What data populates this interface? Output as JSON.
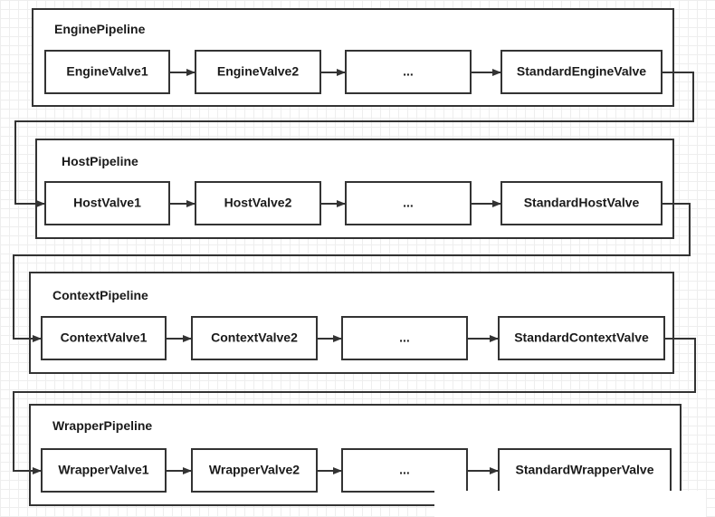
{
  "colors": {
    "stroke": "#333333",
    "text": "#1a1a1a",
    "grid": "#eeeeee",
    "background": "#ffffff"
  },
  "pipelines": [
    {
      "title": "EnginePipeline",
      "valves": [
        "EngineValve1",
        "EngineValve2",
        "...",
        "StandardEngineValve"
      ]
    },
    {
      "title": "HostPipeline",
      "valves": [
        "HostValve1",
        "HostValve2",
        "...",
        "StandardHostValve"
      ]
    },
    {
      "title": "ContextPipeline",
      "valves": [
        "ContextValve1",
        "ContextValve2",
        "...",
        "StandardContextValve"
      ]
    },
    {
      "title": "WrapperPipeline",
      "valves": [
        "WrapperValve1",
        "WrapperValve2",
        "...",
        "StandardWrapperValve"
      ]
    }
  ]
}
